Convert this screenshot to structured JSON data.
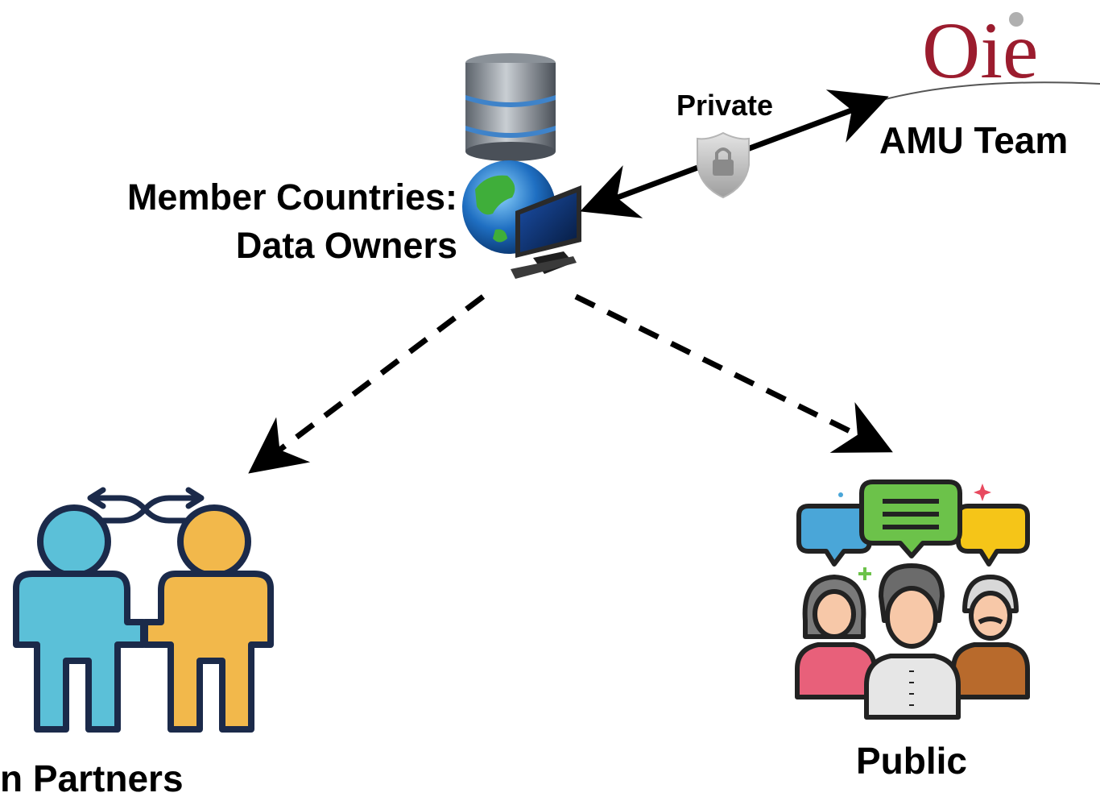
{
  "nodes": {
    "member_countries": {
      "label_line1": "Member Countries:",
      "label_line2": "Data Owners"
    },
    "amu_team": {
      "label": "AMU Team",
      "logo_text": "Oie"
    },
    "partners": {
      "label": "n Partners"
    },
    "public": {
      "label": "Public"
    }
  },
  "edges": {
    "private_link": {
      "label": "Private",
      "style": "solid",
      "direction": "bidirectional"
    },
    "to_partners": {
      "style": "dashed",
      "direction": "one-way"
    },
    "to_public": {
      "style": "dashed",
      "direction": "one-way"
    }
  },
  "colors": {
    "logo_red": "#9b1c2e",
    "person_blue": "#5bc0d8",
    "person_orange": "#f2b84b",
    "outline_navy": "#1b2a4a",
    "bubble_blue": "#4aa6d8",
    "bubble_green": "#6cc24a",
    "bubble_yellow": "#f5c518"
  },
  "icons": {
    "database": "database-icon",
    "globe": "globe-icon",
    "monitor": "monitor-icon",
    "shield": "shield-lock-icon",
    "handshake": "handshake-partners-icon",
    "crowd": "public-crowd-icon"
  }
}
